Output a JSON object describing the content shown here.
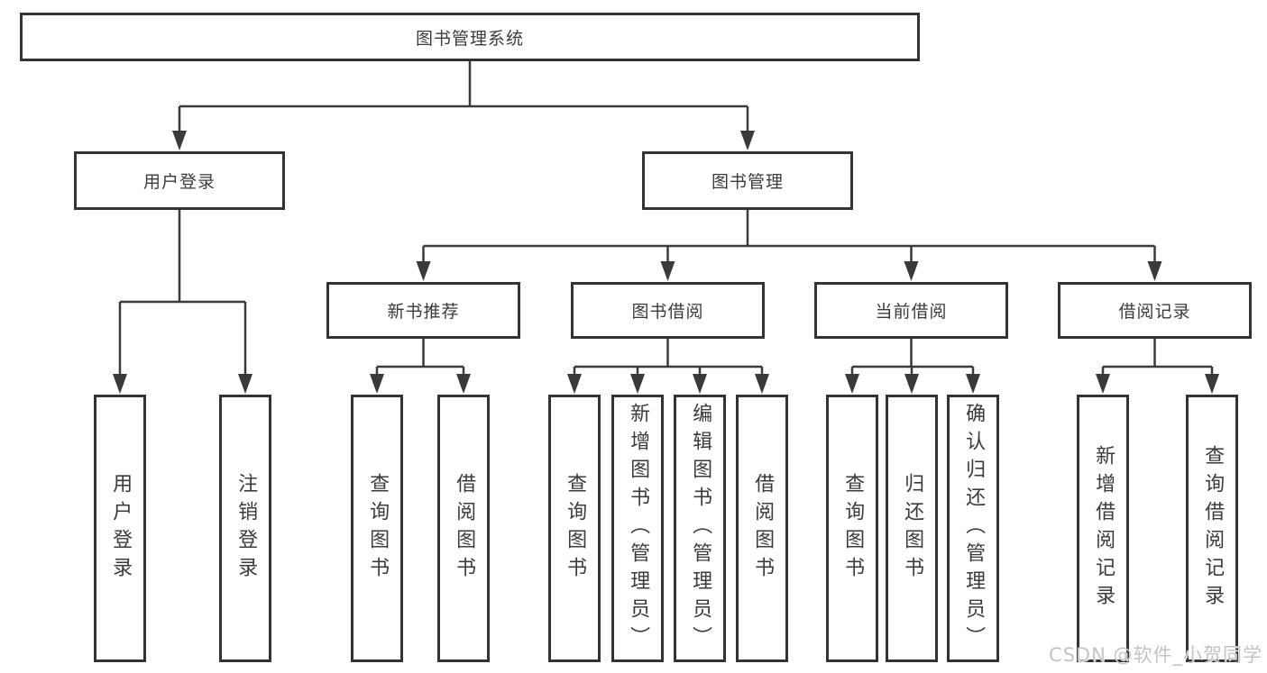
{
  "diagram": {
    "root": "图书管理系统",
    "branches": [
      {
        "label": "用户登录",
        "leaves": [
          "用户登录",
          "注销登录"
        ]
      },
      {
        "label": "图书管理",
        "groups": [
          {
            "label": "新书推荐",
            "leaves": [
              "查询图书",
              "借阅图书"
            ]
          },
          {
            "label": "图书借阅",
            "leaves": [
              "查询图书",
              "新增图书（管理员）",
              "编辑图书（管理员）",
              "借阅图书"
            ]
          },
          {
            "label": "当前借阅",
            "leaves": [
              "查询图书",
              "归还图书",
              "确认归还（管理员）"
            ]
          },
          {
            "label": "借阅记录",
            "leaves": [
              "新增借阅记录",
              "查询借阅记录"
            ]
          }
        ]
      }
    ]
  },
  "watermark": {
    "text": "CSDN @软件_小贺同学"
  },
  "colors": {
    "line": "#3a3a3a",
    "box_border": "#333333",
    "text": "#3b3b3b",
    "background": "#ffffff",
    "watermark": "#c4c4c4"
  }
}
